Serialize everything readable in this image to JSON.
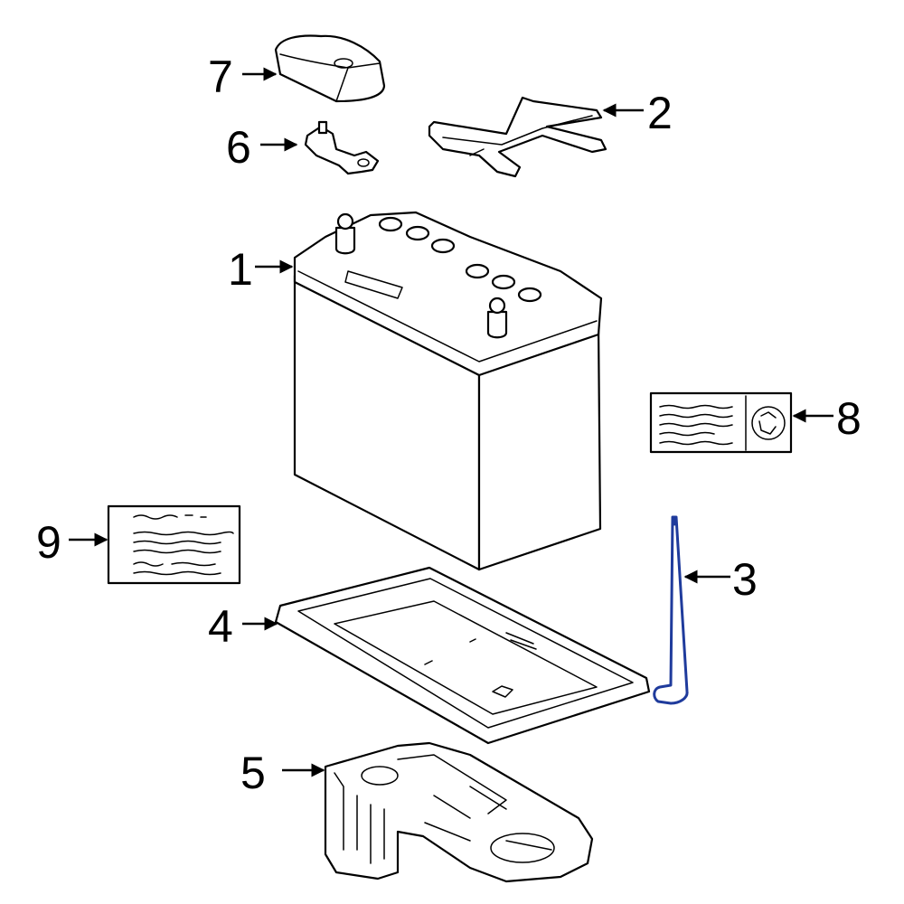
{
  "diagram": {
    "callouts": [
      {
        "id": "1",
        "label": "1"
      },
      {
        "id": "2",
        "label": "2"
      },
      {
        "id": "3",
        "label": "3"
      },
      {
        "id": "4",
        "label": "4"
      },
      {
        "id": "5",
        "label": "5"
      },
      {
        "id": "6",
        "label": "6"
      },
      {
        "id": "7",
        "label": "7"
      },
      {
        "id": "8",
        "label": "8"
      },
      {
        "id": "9",
        "label": "9"
      }
    ],
    "highlight_color": "#1f3b9c"
  }
}
